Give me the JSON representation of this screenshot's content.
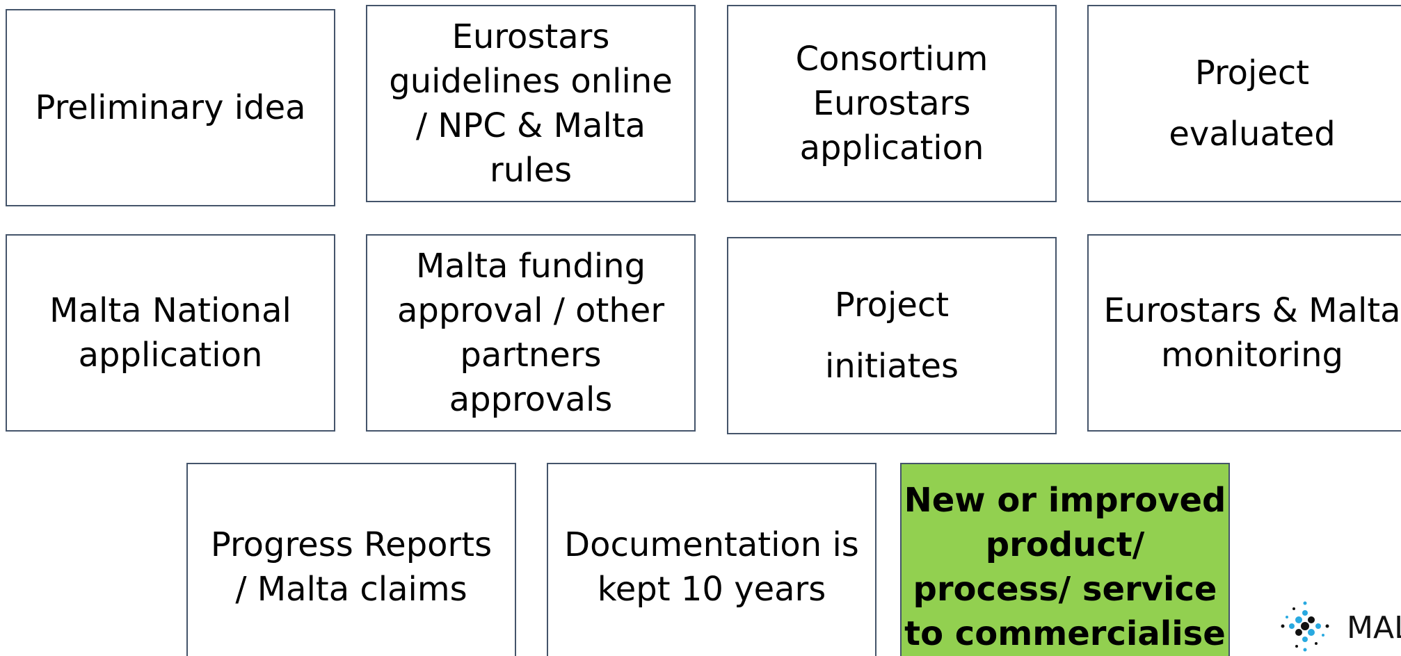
{
  "boxes": [
    {
      "id": "b1",
      "text": "Preliminary idea"
    },
    {
      "id": "b2",
      "text": "Eurostars\nguidelines online\n/ NPC & Malta\nrules"
    },
    {
      "id": "b3",
      "text": "Consortium\nEurostars\napplication"
    },
    {
      "id": "b4",
      "text": "Project\nevaluated"
    },
    {
      "id": "b5",
      "text": "Malta National\napplication"
    },
    {
      "id": "b6",
      "text": "Malta funding\napproval / other\npartners\napprovals"
    },
    {
      "id": "b7",
      "text": "Project\ninitiates"
    },
    {
      "id": "b8",
      "text": "Eurostars & Malta\nmonitoring"
    },
    {
      "id": "b9",
      "text": "Progress Reports\n/ Malta claims"
    },
    {
      "id": "b10",
      "text": "Documentation is\nkept 10 years"
    },
    {
      "id": "b11",
      "text": "New or improved\nproduct/\nprocess/ service\nto commercialise"
    }
  ],
  "highlight_color": "#92d050",
  "border_color": "#44546a",
  "logo": {
    "icon": "dotted-star-logo-icon",
    "text": "MAL"
  }
}
